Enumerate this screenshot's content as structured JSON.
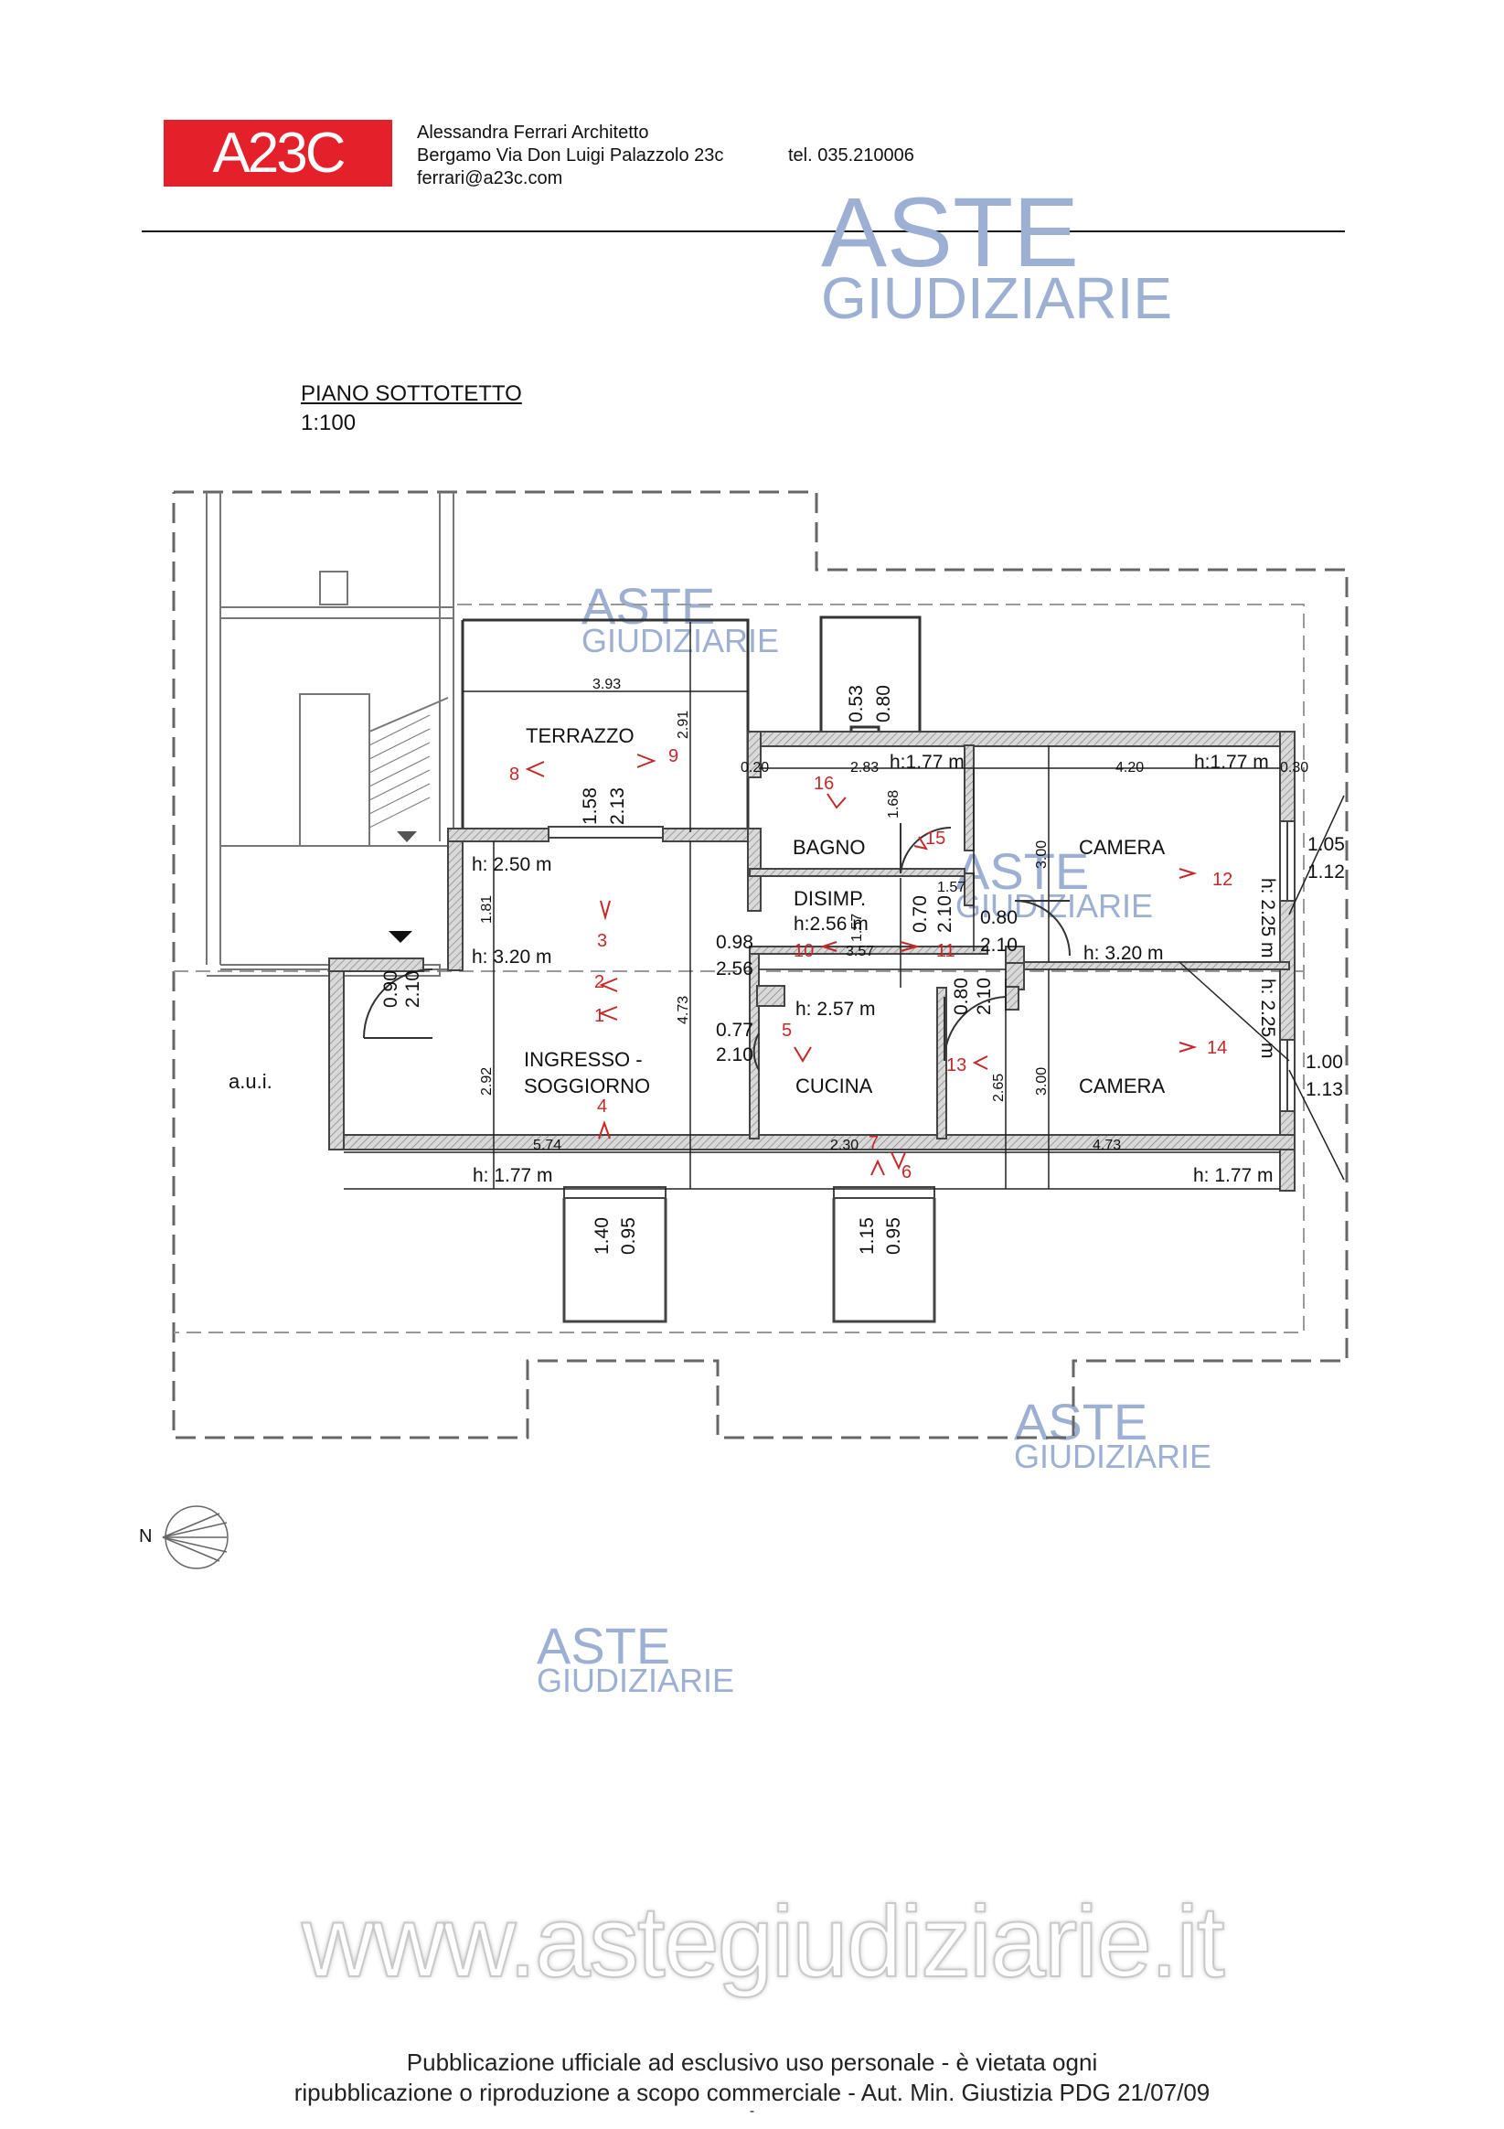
{
  "header": {
    "logo": "A23C",
    "line1": "Alessandra Ferrari Architetto",
    "line2": "Bergamo Via Don Luigi Palazzolo 23c",
    "tel": "tel. 035.210006",
    "email": "ferrari@a23c.com"
  },
  "watermark": {
    "top": "ASTE",
    "bottom": "GIUDIZIARIE"
  },
  "plan": {
    "title": "PIANO SOTTOTETTO",
    "scale": "1:100",
    "north": "N",
    "rooms": {
      "terrazzo": "TERRAZZO",
      "bagno": "BAGNO",
      "camera1": "CAMERA",
      "disimp": "DISIMP.",
      "ingresso1": "INGRESSO -",
      "ingresso2": "SOGGIORNO",
      "cucina": "CUCINA",
      "camera2": "CAMERA",
      "aui": "a.u.i."
    },
    "heights": {
      "bagno": "h:1.77 m",
      "camera_top": "h:1.77 m",
      "soggiorno_top": "h: 2.50 m",
      "soggiorno_mid": "h: 3.20 m",
      "disimp": "h:2.56 m",
      "camera_mid": "h: 3.20 m",
      "cucina": "h: 2.57 m",
      "bottom_left": "h: 1.77 m",
      "bottom_right": "h: 1.77 m",
      "camera_right_top": "h: 2.25 m",
      "camera_right_bot": "h: 2.25 m"
    },
    "dims": {
      "d393": "3.93",
      "d291": "2.91",
      "d158": "1.58",
      "d213": "2.13",
      "d053": "0.53",
      "d080": "0.80",
      "d020": "0.20",
      "d283": "2.83",
      "d420": "4.20",
      "d030": "0.30",
      "d168": "1.68",
      "d105": "1.05",
      "d112": "1.12",
      "d157a": "1.57",
      "d181": "1.81",
      "d300a": "3.00",
      "d070": "0.70",
      "d210a": "2.10",
      "d157b": "1.57",
      "d080b": "0.80",
      "d210b": "2.10",
      "d098": "0.98",
      "d256": "2.56",
      "d357": "3.57",
      "d090": "0.90",
      "d210c": "2.10",
      "d473a": "4.73",
      "d077": "0.77",
      "d210d": "2.10",
      "d080c": "0.80",
      "d210e": "2.10",
      "d100": "1.00",
      "d113": "1.13",
      "d292": "2.92",
      "d265": "2.65",
      "d300b": "3.00",
      "d574": "5.74",
      "d230": "2.30",
      "d473b": "4.73",
      "d140": "1.40",
      "d095a": "0.95",
      "d115": "1.15",
      "d095b": "0.95"
    },
    "photo_points": [
      "1",
      "2",
      "3",
      "4",
      "5",
      "6",
      "7",
      "8",
      "9",
      "10",
      "11",
      "12",
      "13",
      "14",
      "15",
      "16"
    ]
  },
  "footer": {
    "url": "www.astegiudiziarie.it",
    "note1": "Pubblicazione ufficiale ad esclusivo uso personale - è vietata ogni",
    "note2": "ripubblicazione o riproduzione a scopo commerciale - Aut. Min. Giustizia PDG 21/07/09",
    "dash": "-"
  }
}
